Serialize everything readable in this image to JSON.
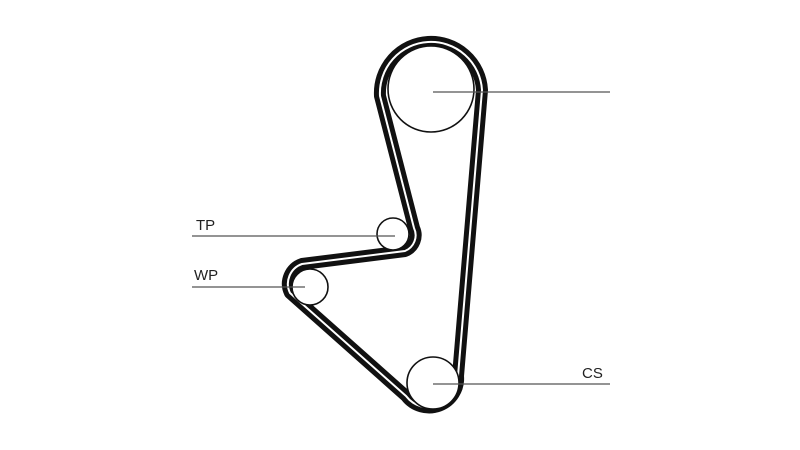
{
  "diagram": {
    "belt_color": "#111111",
    "leader_color": "#555555",
    "background": "#ffffff",
    "labels": {
      "tp": "TP",
      "wp": "WP",
      "cs": "CS"
    }
  }
}
